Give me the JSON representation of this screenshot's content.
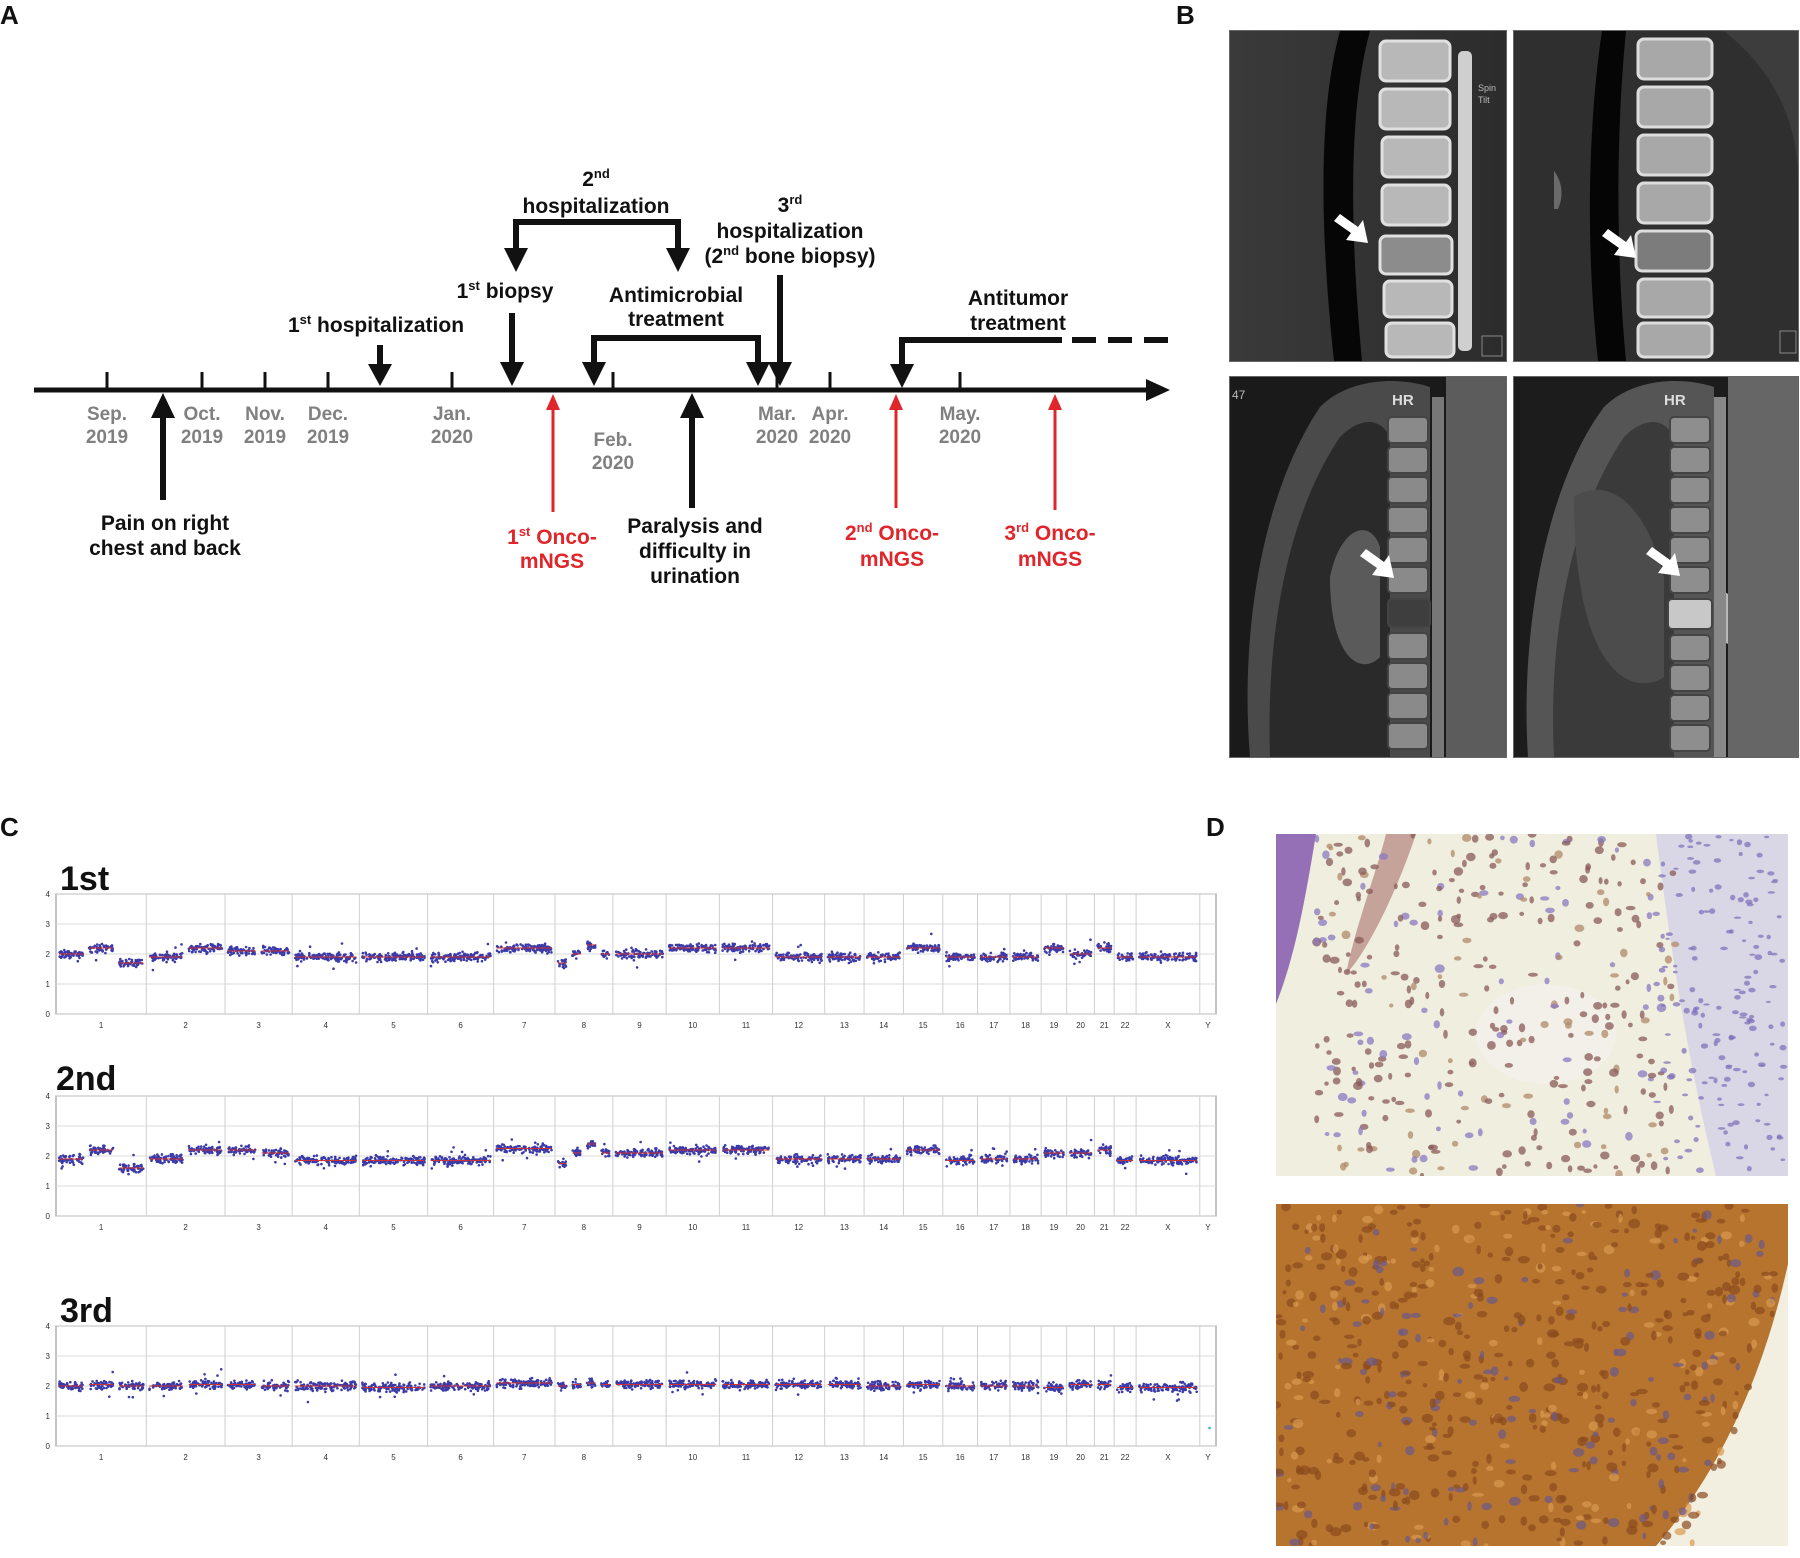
{
  "panels": {
    "A": "A",
    "B": "B",
    "C": "C",
    "D": "D"
  },
  "timeline": {
    "months": [
      {
        "m": "Sep.",
        "y": "2019"
      },
      {
        "m": "Oct.",
        "y": "2019"
      },
      {
        "m": "Nov.",
        "y": "2019"
      },
      {
        "m": "Dec.",
        "y": "2019"
      },
      {
        "m": "Jan.",
        "y": "2020"
      },
      {
        "m": "Feb.",
        "y": "2020"
      },
      {
        "m": "Mar.",
        "y": "2020"
      },
      {
        "m": "Apr.",
        "y": "2020"
      },
      {
        "m": "May.",
        "y": "2020"
      }
    ],
    "events_above": {
      "hosp1": {
        "base": "1",
        "sup": "st",
        "rest": " hospitalization"
      },
      "biopsy1": {
        "base": "1",
        "sup": "st",
        "rest": " biopsy"
      },
      "hosp2_sup": {
        "base": "2",
        "sup": "nd"
      },
      "hosp2_word": "hospitalization",
      "antimicrobial_1": "Antimicrobial",
      "antimicrobial_2": "treatment",
      "hosp3_sup": {
        "base": "3",
        "sup": "rd"
      },
      "hosp3_word": "hospitalization",
      "hosp3_bone": {
        "pre": "(2",
        "sup": "nd",
        "rest": " bone biopsy)"
      },
      "antitumor_1": "Antitumor",
      "antitumor_2": "treatment"
    },
    "events_below": {
      "pain_1": "Pain on right",
      "pain_2": "chest and back",
      "onco1": {
        "base": "1",
        "sup": "st",
        "rest": " Onco-",
        "line2": "mNGS"
      },
      "paralysis_1": "Paralysis and",
      "paralysis_2": "difficulty in",
      "paralysis_3": "urination",
      "onco2": {
        "base": "2",
        "sup": "nd",
        "rest": " Onco-",
        "line2": "mNGS"
      },
      "onco3": {
        "base": "3",
        "sup": "rd",
        "rest": " Onco-",
        "line2": "mNGS"
      }
    },
    "colors": {
      "black": "#111111",
      "gray": "#808080",
      "red": "#e0262b"
    }
  },
  "imaging": {
    "ct_label_1": "Spin",
    "ct_label_2": "Tilt",
    "mri_label": "HR",
    "mri_corner": "47"
  },
  "chart_data": [
    {
      "type": "scatter",
      "title": "1st",
      "ylim": [
        0,
        4
      ],
      "yticks": [
        "0",
        "1",
        "2",
        "3",
        "4"
      ],
      "chromosomes": [
        "1",
        "2",
        "3",
        "4",
        "5",
        "6",
        "7",
        "8",
        "9",
        "10",
        "11",
        "12",
        "13",
        "14",
        "15",
        "16",
        "17",
        "18",
        "19",
        "20",
        "21",
        "22",
        "X",
        "Y"
      ],
      "segments": [
        {
          "chr": "1",
          "values": [
            2.0,
            2.2,
            1.7
          ]
        },
        {
          "chr": "2",
          "values": [
            1.9,
            2.2
          ]
        },
        {
          "chr": "3",
          "values": [
            2.1,
            2.1
          ]
        },
        {
          "chr": "4",
          "values": [
            1.9
          ]
        },
        {
          "chr": "5",
          "values": [
            1.9
          ]
        },
        {
          "chr": "6",
          "values": [
            1.9
          ]
        },
        {
          "chr": "7",
          "values": [
            2.2
          ]
        },
        {
          "chr": "8",
          "values": [
            1.7,
            2.0,
            2.3,
            2.0
          ]
        },
        {
          "chr": "9",
          "values": [
            2.0
          ]
        },
        {
          "chr": "10",
          "values": [
            2.2
          ]
        },
        {
          "chr": "11",
          "values": [
            2.2
          ]
        },
        {
          "chr": "12",
          "values": [
            1.9
          ]
        },
        {
          "chr": "13",
          "values": [
            1.9
          ]
        },
        {
          "chr": "14",
          "values": [
            1.9
          ]
        },
        {
          "chr": "15",
          "values": [
            2.2
          ]
        },
        {
          "chr": "16",
          "values": [
            1.9
          ]
        },
        {
          "chr": "17",
          "values": [
            1.9
          ]
        },
        {
          "chr": "18",
          "values": [
            1.9
          ]
        },
        {
          "chr": "19",
          "values": [
            2.2
          ]
        },
        {
          "chr": "20",
          "values": [
            2.0
          ]
        },
        {
          "chr": "21",
          "values": [
            2.2
          ]
        },
        {
          "chr": "22",
          "values": [
            1.9
          ]
        },
        {
          "chr": "X",
          "values": [
            1.9
          ]
        },
        {
          "chr": "Y",
          "values": []
        }
      ]
    },
    {
      "type": "scatter",
      "title": "2nd",
      "ylim": [
        0,
        4
      ],
      "yticks": [
        "0",
        "1",
        "2",
        "3",
        "4"
      ],
      "chromosomes": [
        "1",
        "2",
        "3",
        "4",
        "5",
        "6",
        "7",
        "8",
        "9",
        "10",
        "11",
        "12",
        "13",
        "14",
        "15",
        "16",
        "17",
        "18",
        "19",
        "20",
        "21",
        "22",
        "X",
        "Y"
      ],
      "segments": [
        {
          "chr": "1",
          "values": [
            1.9,
            2.2,
            1.6
          ]
        },
        {
          "chr": "2",
          "values": [
            1.9,
            2.2
          ]
        },
        {
          "chr": "3",
          "values": [
            2.2,
            2.1
          ]
        },
        {
          "chr": "4",
          "values": [
            1.85
          ]
        },
        {
          "chr": "5",
          "values": [
            1.85
          ]
        },
        {
          "chr": "6",
          "values": [
            1.85
          ]
        },
        {
          "chr": "7",
          "values": [
            2.25
          ]
        },
        {
          "chr": "8",
          "values": [
            1.75,
            2.1,
            2.4,
            2.1
          ]
        },
        {
          "chr": "9",
          "values": [
            2.1
          ]
        },
        {
          "chr": "10",
          "values": [
            2.2
          ]
        },
        {
          "chr": "11",
          "values": [
            2.2
          ]
        },
        {
          "chr": "12",
          "values": [
            1.9
          ]
        },
        {
          "chr": "13",
          "values": [
            1.9
          ]
        },
        {
          "chr": "14",
          "values": [
            1.9
          ]
        },
        {
          "chr": "15",
          "values": [
            2.2
          ]
        },
        {
          "chr": "16",
          "values": [
            1.85
          ]
        },
        {
          "chr": "17",
          "values": [
            1.9
          ]
        },
        {
          "chr": "18",
          "values": [
            1.9
          ]
        },
        {
          "chr": "19",
          "values": [
            2.1
          ]
        },
        {
          "chr": "20",
          "values": [
            2.1
          ]
        },
        {
          "chr": "21",
          "values": [
            2.2
          ]
        },
        {
          "chr": "22",
          "values": [
            1.85
          ]
        },
        {
          "chr": "X",
          "values": [
            1.85
          ]
        },
        {
          "chr": "Y",
          "values": []
        }
      ]
    },
    {
      "type": "scatter",
      "title": "3rd",
      "ylim": [
        0,
        4
      ],
      "yticks": [
        "0",
        "1",
        "2",
        "3",
        "4"
      ],
      "chromosomes": [
        "1",
        "2",
        "3",
        "4",
        "5",
        "6",
        "7",
        "8",
        "9",
        "10",
        "11",
        "12",
        "13",
        "14",
        "15",
        "16",
        "17",
        "18",
        "19",
        "20",
        "21",
        "22",
        "X",
        "Y"
      ],
      "segments": [
        {
          "chr": "1",
          "values": [
            2.0,
            2.05,
            2.0
          ]
        },
        {
          "chr": "2",
          "values": [
            2.0,
            2.05
          ]
        },
        {
          "chr": "3",
          "values": [
            2.05,
            2.0
          ]
        },
        {
          "chr": "4",
          "values": [
            2.0
          ]
        },
        {
          "chr": "5",
          "values": [
            1.95
          ]
        },
        {
          "chr": "6",
          "values": [
            2.0
          ]
        },
        {
          "chr": "7",
          "values": [
            2.1
          ]
        },
        {
          "chr": "8",
          "values": [
            2.0,
            2.05,
            2.1,
            2.05
          ]
        },
        {
          "chr": "9",
          "values": [
            2.05
          ]
        },
        {
          "chr": "10",
          "values": [
            2.05
          ]
        },
        {
          "chr": "11",
          "values": [
            2.05
          ]
        },
        {
          "chr": "12",
          "values": [
            2.05
          ]
        },
        {
          "chr": "13",
          "values": [
            2.05
          ]
        },
        {
          "chr": "14",
          "values": [
            2.0
          ]
        },
        {
          "chr": "15",
          "values": [
            2.05
          ]
        },
        {
          "chr": "16",
          "values": [
            2.0
          ]
        },
        {
          "chr": "17",
          "values": [
            2.0
          ]
        },
        {
          "chr": "18",
          "values": [
            2.0
          ]
        },
        {
          "chr": "19",
          "values": [
            1.95
          ]
        },
        {
          "chr": "20",
          "values": [
            2.05
          ]
        },
        {
          "chr": "21",
          "values": [
            2.05
          ]
        },
        {
          "chr": "22",
          "values": [
            1.95
          ]
        },
        {
          "chr": "X",
          "values": [
            1.95
          ]
        },
        {
          "chr": "Y",
          "values": [
            0.6
          ]
        }
      ]
    }
  ],
  "chart_colors": {
    "points": "#3a3aa8",
    "segment": "#d03030",
    "grid": "#cfcfcf",
    "frame": "#888888",
    "y_outlier": "#3fc5c0"
  }
}
